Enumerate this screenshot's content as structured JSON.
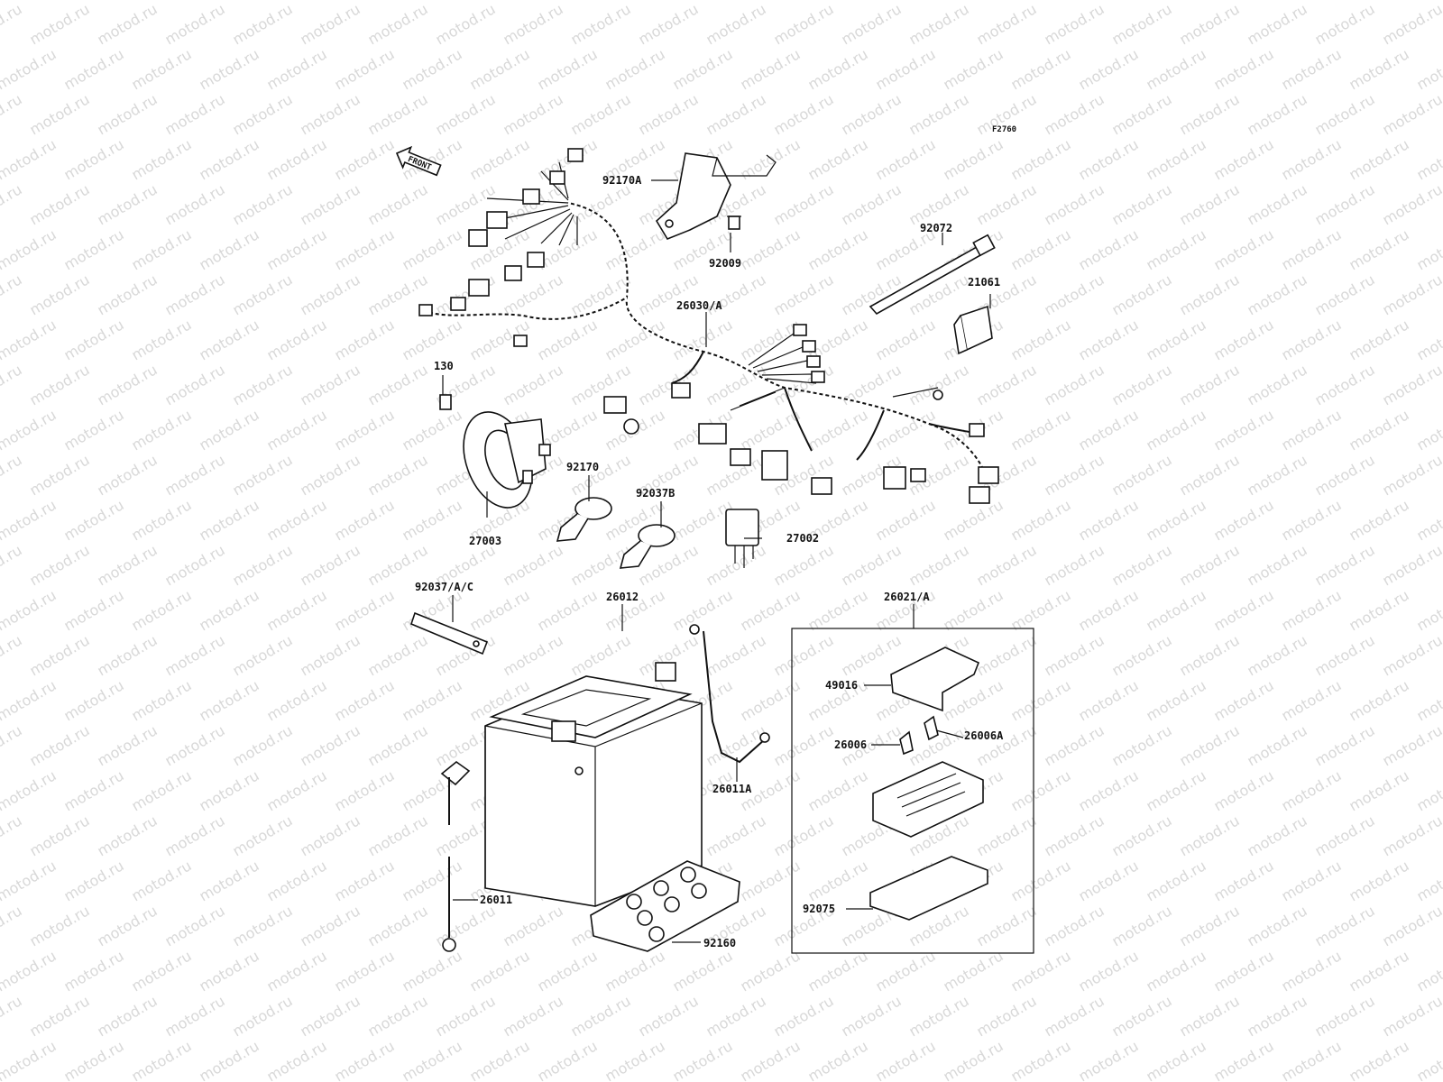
{
  "watermark": "motod.ru",
  "figure_code": "F2760",
  "front_label": "FRONT",
  "part_labels": {
    "p92170A": "92170A",
    "p92009": "92009",
    "p92072": "92072",
    "p21061": "21061",
    "p26030A": "26030/A",
    "p130": "130",
    "p92170": "92170",
    "p92037B": "92037B",
    "p27002": "27002",
    "p27003": "27003",
    "p92037AC": "92037/A/C",
    "p26012": "26012",
    "p26021A": "26021/A",
    "p49016": "49016",
    "p26006": "26006",
    "p26006A": "26006A",
    "p26011A": "26011A",
    "p26011": "26011",
    "p92160": "92160",
    "p92075": "92075"
  }
}
